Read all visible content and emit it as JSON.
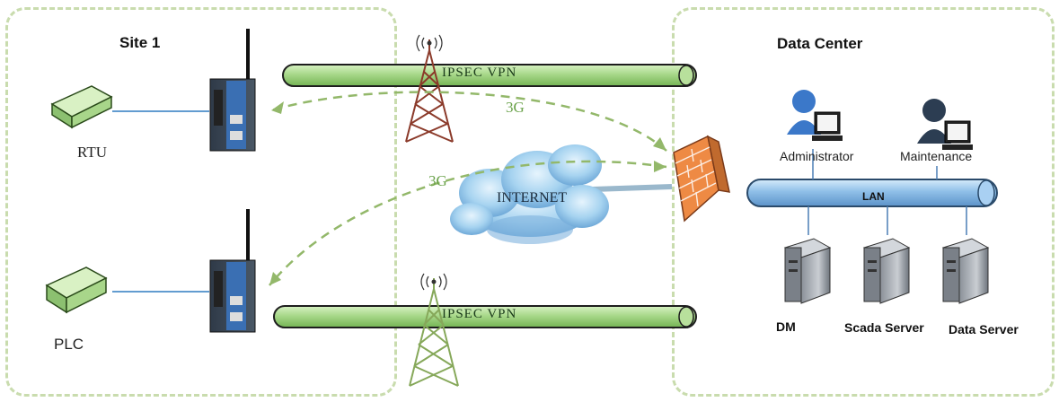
{
  "site1": {
    "title": "Site 1",
    "device_top_label": "RTU",
    "device_bottom_label": "PLC"
  },
  "datacenter": {
    "title": "Data Center",
    "lan_label": "LAN",
    "users": [
      {
        "label": "Administrator",
        "icon": "user-computer-icon"
      },
      {
        "label": "Maintenance",
        "icon": "user-computer-icon"
      }
    ],
    "servers": [
      {
        "label": "DM",
        "icon": "server-icon"
      },
      {
        "label": "Scada Server",
        "icon": "server-icon"
      },
      {
        "label": "Data Server",
        "icon": "server-icon"
      }
    ]
  },
  "links": {
    "vpn_top": "IPSEC VPN",
    "vpn_bottom": "IPSEC VPN",
    "cellular_top": "3G",
    "cellular_bottom": "3G"
  },
  "cloud": {
    "label": "INTERNET"
  },
  "colors": {
    "region_border": "#c9dcae",
    "vpn_tube": "#a8d88a",
    "lan_tube": "#7fb2e0",
    "link_3g": "#93b86a",
    "tower_top": "#8b3a2a",
    "tower_bottom": "#86a85a",
    "firewall": "#e8803a"
  }
}
